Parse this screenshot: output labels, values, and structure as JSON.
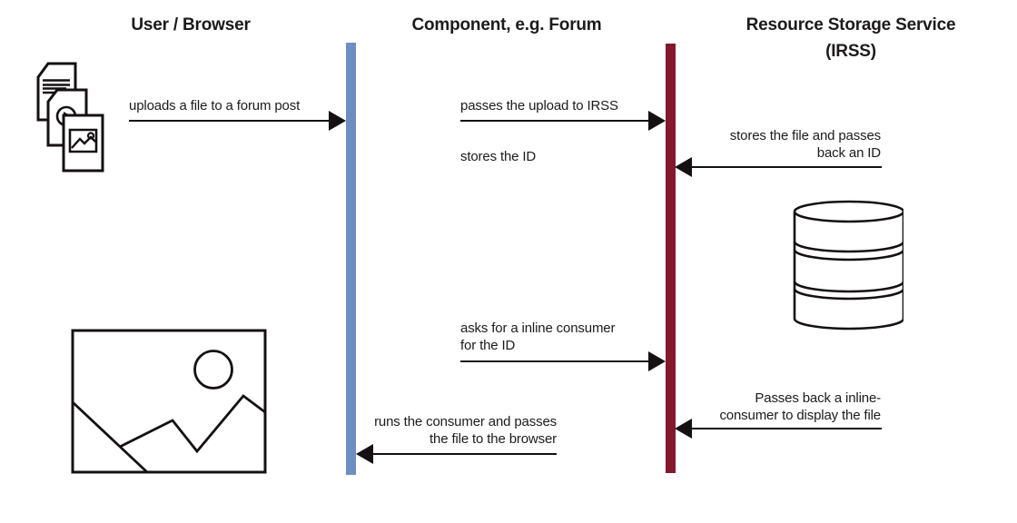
{
  "diagram_type": "sequence-diagram",
  "colors": {
    "lifeline_blue": "#6d8ec3",
    "lifeline_red": "#84182c",
    "arrow_ink": "#151112",
    "text": "#1d1a1b"
  },
  "actors": [
    {
      "id": "user",
      "label": "User / Browser"
    },
    {
      "id": "component",
      "label": "Component, e.g. Forum"
    },
    {
      "id": "irss",
      "label": "Resource Storage Service",
      "sublabel": "(IRSS)"
    }
  ],
  "messages": [
    {
      "label": "uploads a file to a forum post",
      "from": "user",
      "to": "component",
      "direction": "right"
    },
    {
      "label": "passes the upload to IRSS",
      "from": "component",
      "to": "irss",
      "direction": "right"
    },
    {
      "label": "stores the ID",
      "from": "component",
      "to": "component",
      "direction": "none"
    },
    {
      "label": "stores the file and passes\nback an ID",
      "from": "irss",
      "to": "component",
      "direction": "left"
    },
    {
      "label": "asks for a inline consumer\nfor the ID",
      "from": "component",
      "to": "irss",
      "direction": "right"
    },
    {
      "label": "Passes back a inline-\nconsumer to display the file",
      "from": "irss",
      "to": "component",
      "direction": "left"
    },
    {
      "label": "runs the consumer and passes\nthe file to the browser",
      "from": "component",
      "to": "user",
      "direction": "left"
    }
  ],
  "icons": [
    {
      "name": "file-stack-icon"
    },
    {
      "name": "database-icon"
    },
    {
      "name": "image-placeholder-icon"
    }
  ]
}
